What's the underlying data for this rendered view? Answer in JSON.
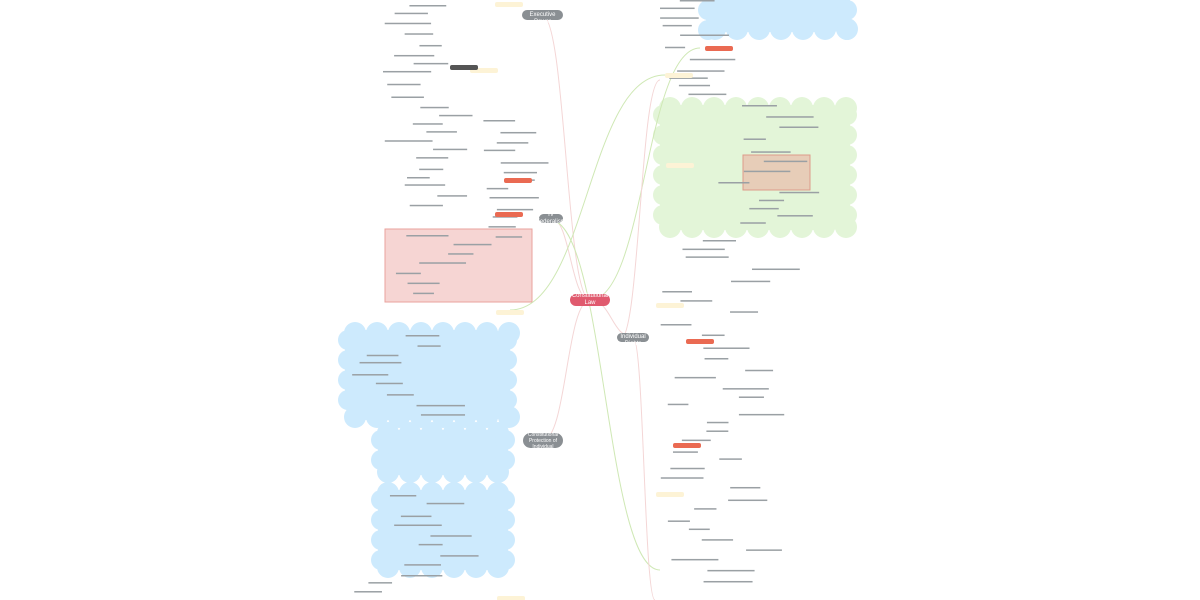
{
  "title": "Constitutional Law",
  "branches": [
    {
      "label": "III Federal Executive Power"
    },
    {
      "label": "IV Federalism"
    },
    {
      "label": "V Constitutional Protection of Individual Liberties"
    },
    {
      "label": "VI Individual Rights"
    }
  ],
  "colors": {
    "central": "#e05a6e",
    "branch": "#8a8f93",
    "blue_cloud": "#cdeafd",
    "green_cloud": "#e3f5d8",
    "pink_box": "#f6d5d3",
    "brown_box": "#e7cdb8",
    "yellow_tag": "#fdf3d6",
    "red_tag": "#ea6a52"
  }
}
